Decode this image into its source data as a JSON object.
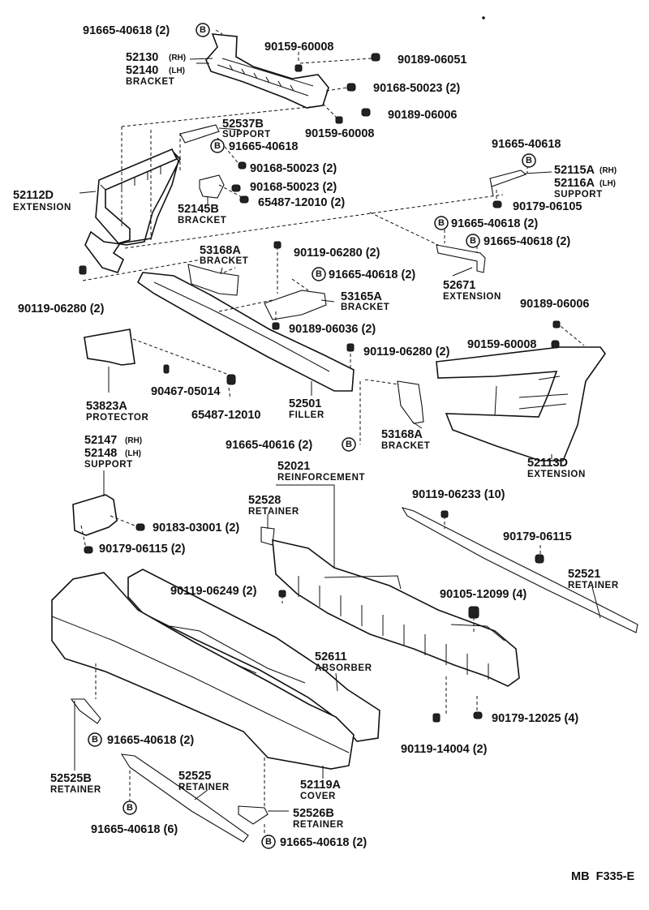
{
  "diagram_code": "MB  F335-E",
  "parts": {
    "p_52130": {
      "number": "52130",
      "suffix": "(RH)"
    },
    "p_52140": {
      "number": "52140",
      "suffix": "(LH)",
      "name": "BRACKET"
    },
    "p_52537b": {
      "number": "52537B",
      "name": "SUPPORT"
    },
    "p_52112d": {
      "number": "52112D",
      "name": "EXTENSION"
    },
    "p_52145b": {
      "number": "52145B",
      "name": "BRACKET"
    },
    "p_52115a": {
      "number": "52115A",
      "suffix": "(RH)"
    },
    "p_52116a": {
      "number": "52116A",
      "suffix": "(LH)",
      "name": "SUPPORT"
    },
    "p_52671": {
      "number": "52671",
      "name": "EXTENSION"
    },
    "p_53168a_top": {
      "number": "53168A",
      "name": "BRACKET"
    },
    "p_53165a": {
      "number": "53165A",
      "name": "BRACKET"
    },
    "p_53823a": {
      "number": "53823A",
      "name": "PROTECTOR"
    },
    "p_52501": {
      "number": "52501",
      "name": "FILLER"
    },
    "p_53168a_mid": {
      "number": "53168A",
      "name": "BRACKET"
    },
    "p_52113d": {
      "number": "52113D",
      "name": "EXTENSION"
    },
    "p_52147": {
      "number": "52147",
      "suffix": "(RH)"
    },
    "p_52148": {
      "number": "52148",
      "suffix": "(LH)",
      "name": "SUPPORT"
    },
    "p_52021": {
      "number": "52021",
      "name": "REINFORCEMENT"
    },
    "p_52528": {
      "number": "52528",
      "name": "RETAINER"
    },
    "p_52521": {
      "number": "52521",
      "name": "RETAINER"
    },
    "p_52611": {
      "number": "52611",
      "name": "ABSORBER"
    },
    "p_52525b": {
      "number": "52525B",
      "name": "RETAINER"
    },
    "p_52525": {
      "number": "52525",
      "name": "RETAINER"
    },
    "p_52119a": {
      "number": "52119A",
      "name": "COVER"
    },
    "p_52526b": {
      "number": "52526B",
      "name": "RETAINER"
    }
  },
  "hardware": {
    "h01": "91665-40618 (2)",
    "h02": "90159-60008",
    "h03": "90189-06051",
    "h04": "90168-50023 (2)",
    "h05": "90189-06006",
    "h06": "90159-60008",
    "h07": "91665-40618",
    "h08": "90168-50023 (2)",
    "h09": "90168-50023 (2)",
    "h10": "65487-12010 (2)",
    "h11": "91665-40618",
    "h12": "90179-06105",
    "h13": "91665-40618 (2)",
    "h14": "91665-40618 (2)",
    "h15": "90119-06280 (2)",
    "h16": "91665-40618 (2)",
    "h17": "90119-06280 (2)",
    "h18": "90189-06036 (2)",
    "h19": "90189-06006",
    "h20": "90159-60008",
    "h21": "90119-06280 (2)",
    "h22": "90467-05014",
    "h23": "65487-12010",
    "h24": "91665-40616 (2)",
    "h25": "90183-03001 (2)",
    "h26": "90179-06115 (2)",
    "h27": "90119-06233 (10)",
    "h28": "90179-06115",
    "h29": "90119-06249 (2)",
    "h30": "90105-12099 (4)",
    "h31": "91665-40618 (2)",
    "h32": "90179-12025 (4)",
    "h33": "90119-14004 (2)",
    "h34": "91665-40618 (6)",
    "h35": "91665-40618 (2)"
  },
  "clip_symbol": "B"
}
